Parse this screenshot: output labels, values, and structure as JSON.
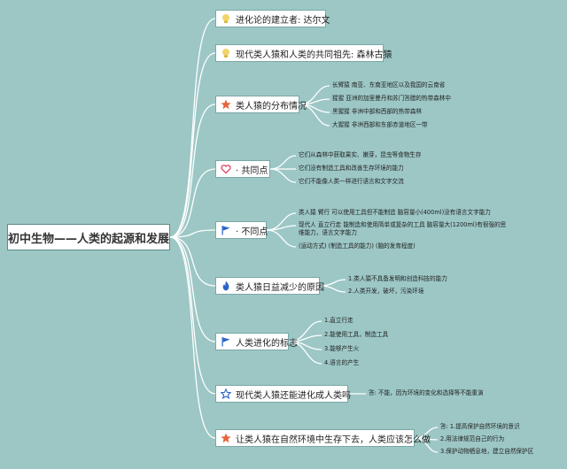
{
  "root": {
    "title": "初中生物——人类的起源和发展"
  },
  "branches": [
    {
      "label": "进化论的建立者: 达尔文",
      "icon": "lightbulb-icon",
      "leaves": []
    },
    {
      "label": "现代类人猿和人类的共同祖先: 森林古猿",
      "icon": "lightbulb-icon",
      "leaves": []
    },
    {
      "label": "类人猿的分布情况",
      "icon": "star-icon",
      "leaves": [
        "长臂猿 南亚、东南亚地区以及我国的云南省",
        "猩猩 亚洲的加里曼丹和苏门答腊的热带森林中",
        "黑猩猩 非洲中部和西部的热带森林",
        "大猩猩 非洲西部和东部赤道地区一带"
      ]
    },
    {
      "label": "· 共同点",
      "icon": "heart-icon",
      "leaves": [
        "它们从森林中获取果实、嫩芽，昆虫等食物生存",
        "它们没有制造工具和改善生存环境的能力",
        "它们不能像人类一样进行语言和文字交流"
      ]
    },
    {
      "label": "· 不同点",
      "icon": "flag-icon",
      "leaves": [
        "类人猿 臂行 可以使用工具但不能制造 脑容量小(400ml)没有语言文字能力",
        "现代人 直立行走 能制造和使用简单或复杂的工具 脑容量大(1200ml)有很强的思维能力，语言文字能力",
        "(运动方式) (制造工具的能力) (脑的发育程度)"
      ]
    },
    {
      "label": "类人猿日益减少的原因",
      "icon": "flame-icon",
      "leaves": [
        "1.类人猿不具备发明和创造科技的能力",
        "2.人类开发，破坏，污染环境"
      ]
    },
    {
      "label": "人类进化的标志",
      "icon": "flag-icon",
      "leaves": [
        "1.直立行走",
        "2.能使用工具，制造工具",
        "3.能够产生火",
        "4.语言的产生"
      ]
    },
    {
      "label": "现代类人猿还能进化成人类吗",
      "icon": "star-outline-icon",
      "leaves": [
        "答: 不能，因为环境的变化和选择等不能重演"
      ]
    },
    {
      "label": "让类人猿在自然环境中生存下去，人类应该怎么做",
      "icon": "star-icon",
      "leaves": [
        "答: 1.提高保护自然环境的意识",
        "2.用法律规范自己的行为",
        "3.保护动物栖息地，建立自然保护区"
      ]
    }
  ],
  "colors": {
    "background": "#9cc7c5",
    "line": "#ffffff",
    "accent_star": "#e8643a",
    "accent_flag": "#2a63c8"
  }
}
